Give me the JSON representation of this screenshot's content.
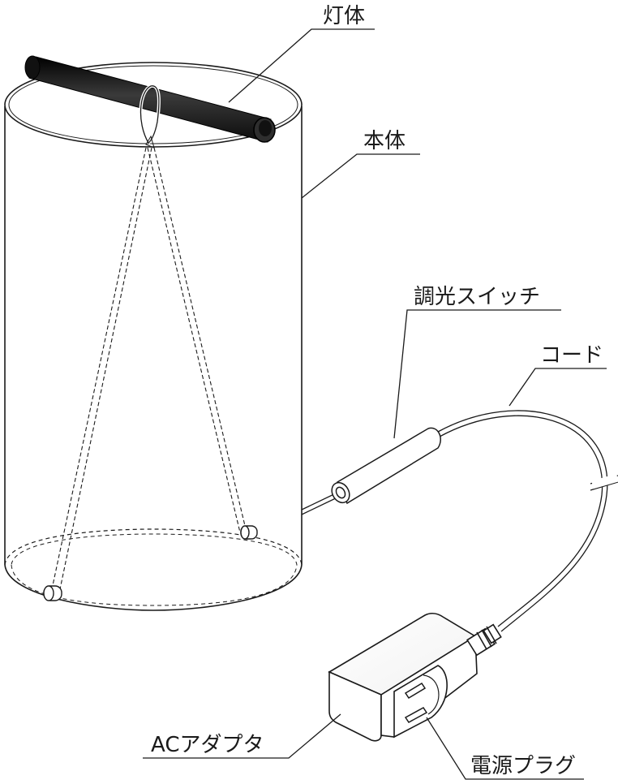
{
  "labels": {
    "lamp": "灯体",
    "body": "本体",
    "dimmer_switch": "調光スイッチ",
    "cord": "コード",
    "ac_adapter": "ACアダプタ",
    "power_plug": "電源プラグ"
  },
  "colors": {
    "line": "#1a1a1a",
    "lamp_tube": "#1f1f1f",
    "background": "#ffffff"
  }
}
